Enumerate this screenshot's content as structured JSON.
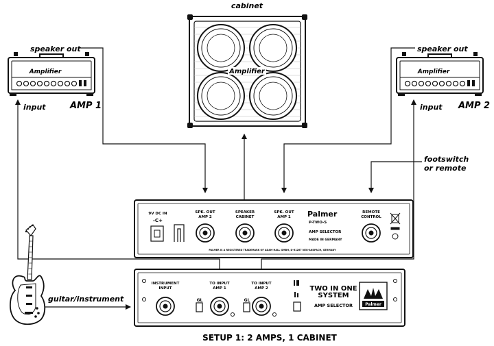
{
  "labels": {
    "cabinet": "cabinet",
    "speaker_out_left": "speaker out",
    "speaker_out_right": "speaker out",
    "input_left": "input",
    "input_right": "input",
    "amp1": "AMP 1",
    "amp2": "AMP 2",
    "footswitch": "footswitch",
    "or_remote": "or remote",
    "guitar": "guitar/instrument",
    "caption": "SETUP 1: 2 AMPS, 1 CABINET"
  },
  "amp_badge": "Amplifier",
  "cab_badge": "Amplifier",
  "rear_panel": {
    "dc_in": "9V DC IN",
    "spk_out_amp2": [
      "SPK. OUT",
      "AMP 2"
    ],
    "speaker_cabinet": [
      "SPEAKER",
      "CABINET"
    ],
    "spk_out_amp1": [
      "SPK. OUT",
      "AMP 1"
    ],
    "brand": "Palmer",
    "model": "P-TWO-S",
    "amp_selector": "AMP SELECTOR",
    "made_in": "MADE IN GERMANY",
    "remote_control": [
      "REMOTE",
      "CONTROL"
    ],
    "fine_print": "PALMER IS A REGISTERED TRADEMARK OF ADAM HALL GMBH, D-61267 NEU-ANSPACH, GERMANY"
  },
  "front_panel": {
    "instrument_input": [
      "INSTRUMENT",
      "INPUT"
    ],
    "to_input_amp1": [
      "TO INPUT",
      "AMP 1"
    ],
    "to_input_amp2": [
      "TO INPUT",
      "AMP 2"
    ],
    "title_line1": "TWO IN ONE",
    "title_line2": "SYSTEM",
    "subtitle": "AMP SELECTOR",
    "gl_1": "GL",
    "gl_2": "GL",
    "logo": "Palmer"
  }
}
